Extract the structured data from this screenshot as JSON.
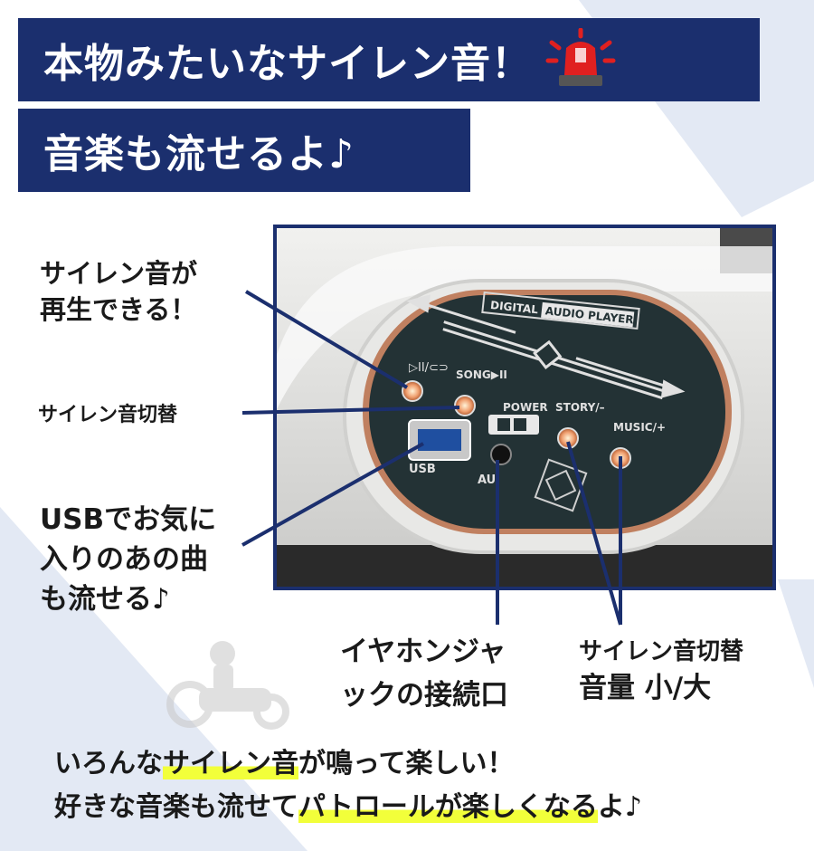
{
  "headline": {
    "line1": "本物みたいなサイレン音！",
    "line2": "音楽も流せるよ♪"
  },
  "panel": {
    "title_word1": "DIGITAL",
    "title_word2": "AUDIO PLAYER",
    "btn_loop": "▷II/⊂⊃",
    "btn_song": "SONG▶II",
    "power": "POWER",
    "story": "STORY/–",
    "music": "MUSIC/+",
    "usb": "USB",
    "aux": "AU"
  },
  "callouts": {
    "siren_play": [
      "サイレン音が",
      "再生できる！"
    ],
    "siren_switch": "サイレン音切替",
    "usb": [
      "USBでお気に",
      "入りのあの曲",
      "も流せる♪"
    ],
    "earphone": [
      "イヤホンジャ",
      "ックの接続口"
    ],
    "volume": [
      "サイレン音切替",
      "音量 小/大"
    ]
  },
  "bottom": {
    "l1_a": "いろんな",
    "l1_hl": "サイレン音",
    "l1_b": "が鳴って楽しい！",
    "l2_a": "好きな音楽も流せて",
    "l2_hl": "パトロールが楽しくなる",
    "l2_b": "よ♪"
  },
  "colors": {
    "navy": "#1b2f6e",
    "highlight": "#f2ff3a",
    "siren_red": "#e02020"
  }
}
